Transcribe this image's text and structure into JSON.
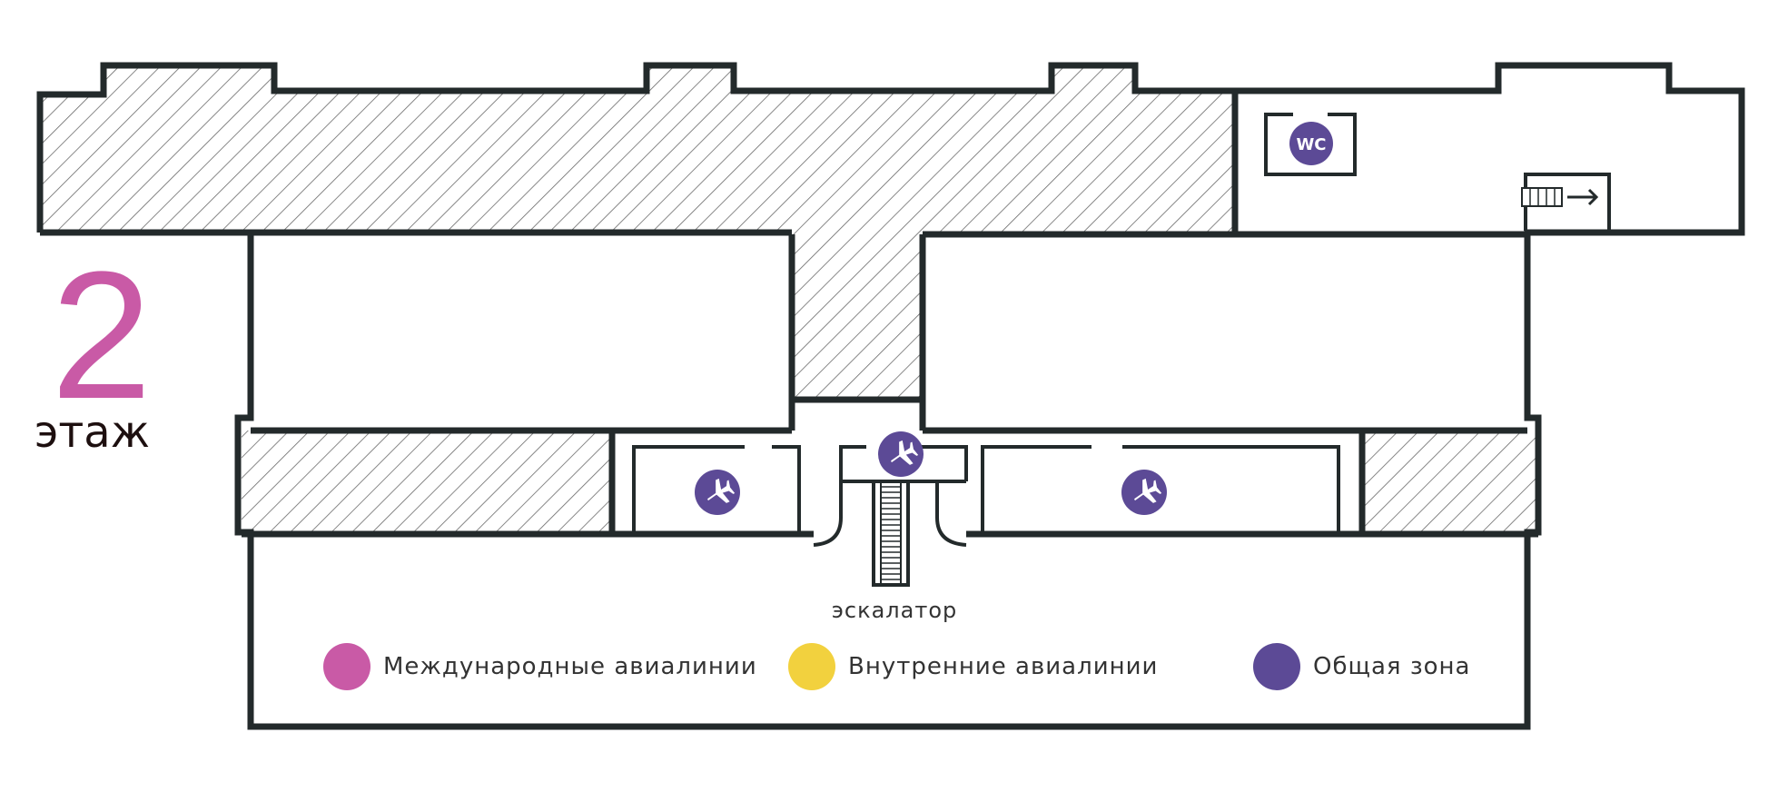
{
  "floor": {
    "number": "2",
    "label": "этаж"
  },
  "labels": {
    "escalator": "эскалатор"
  },
  "legend": [
    {
      "text": "Международные авиалинии",
      "color": "#c95aa6"
    },
    {
      "text": "Внутренние авиалинии",
      "color": "#f2d13e"
    },
    {
      "text": "Общая зона",
      "color": "#5c4a96"
    }
  ],
  "icons": {
    "wc": "WC",
    "gate": "airplane-icon",
    "stairs": "stairs-icon"
  },
  "colors": {
    "wall": "#232a2b",
    "hatch": "#555555",
    "common_zone": "#5c4a96"
  }
}
